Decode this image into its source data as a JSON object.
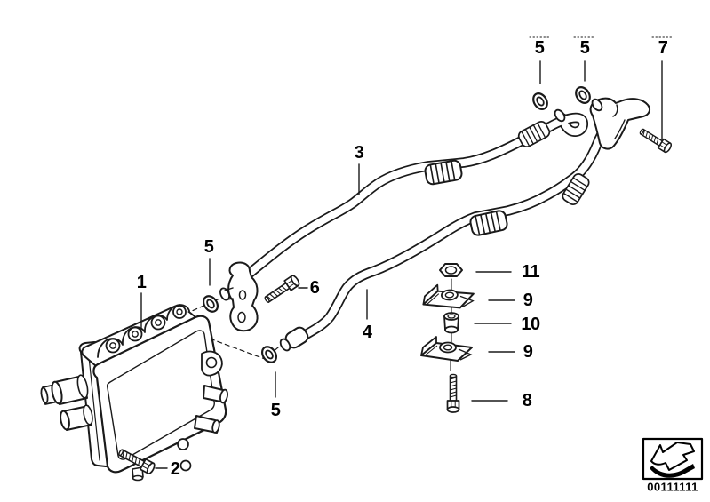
{
  "page": {
    "background": "#ffffff",
    "line_color": "#1a1a1a",
    "leader_color": "#3f3f3f",
    "description": "Exploded parts diagram: engine oil cooler with two oil cooler pipes, seal rings, bolts, clamps and fasteners"
  },
  "callouts": [
    {
      "id": "callout-1",
      "text": "1"
    },
    {
      "id": "callout-2",
      "text": "2"
    },
    {
      "id": "callout-3",
      "text": "3"
    },
    {
      "id": "callout-4",
      "text": "4"
    },
    {
      "id": "callout-5a",
      "text": "5"
    },
    {
      "id": "callout-5b",
      "text": "5"
    },
    {
      "id": "callout-5c",
      "text": "5"
    },
    {
      "id": "callout-5d",
      "text": "5"
    },
    {
      "id": "callout-6",
      "text": "6"
    },
    {
      "id": "callout-7",
      "text": "7"
    },
    {
      "id": "callout-8",
      "text": "8"
    },
    {
      "id": "callout-9a",
      "text": "9"
    },
    {
      "id": "callout-9b",
      "text": "9"
    },
    {
      "id": "callout-10",
      "text": "10"
    },
    {
      "id": "callout-11",
      "text": "11"
    }
  ],
  "stamp": {
    "code": "00111111",
    "icon": "direction-arrow"
  }
}
